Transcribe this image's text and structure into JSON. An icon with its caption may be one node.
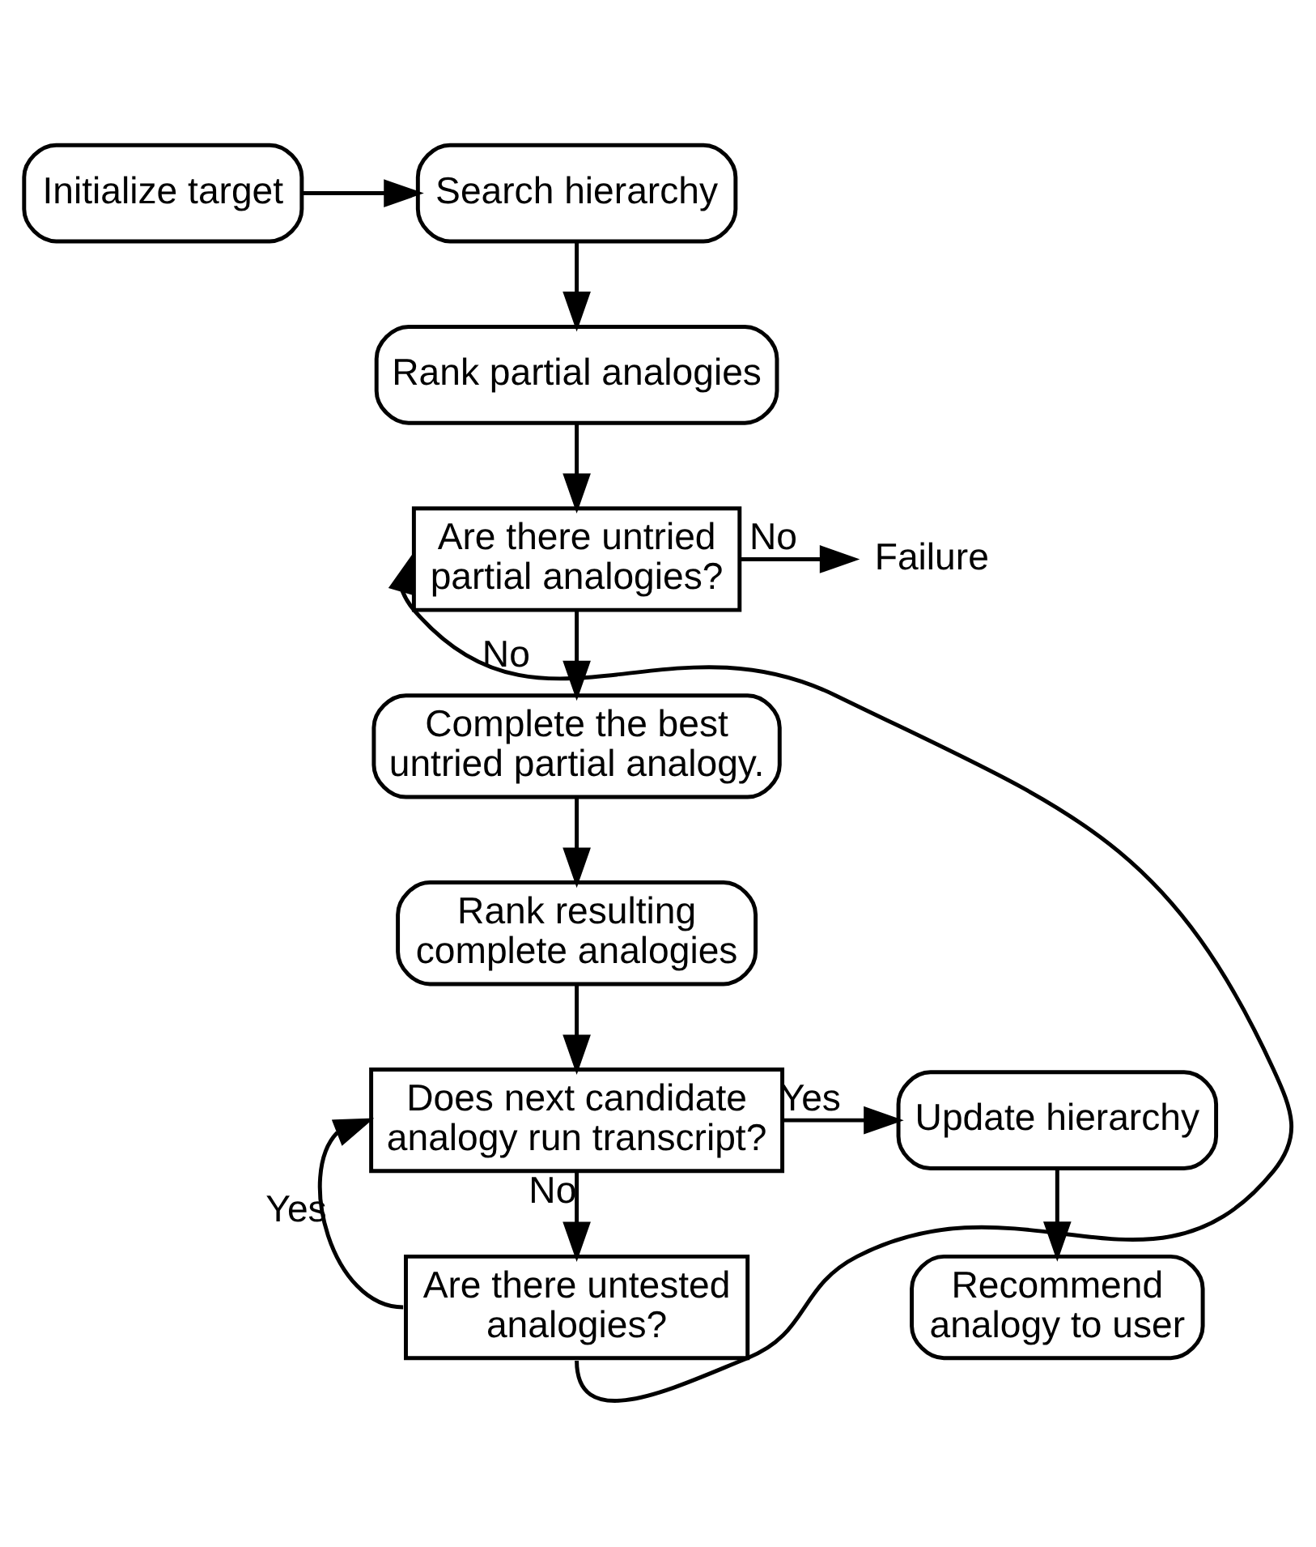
{
  "diagram": {
    "nodes": [
      {
        "text": [
          "Initialize target"
        ]
      },
      {
        "text": [
          "Search hierarchy"
        ]
      },
      {
        "text": [
          "Rank partial analogies"
        ]
      },
      {
        "text": [
          "Are there untried partial analogies?"
        ]
      },
      {
        "text": [
          "Failure"
        ]
      },
      {
        "text": [
          "Complete the best untried partial analogy."
        ]
      },
      {
        "text": [
          "Rank resulting complete analogies"
        ]
      },
      {
        "text": [
          "Does next candidate analogy run transcript?"
        ]
      },
      {
        "text": [
          "Update hierarchy"
        ]
      },
      {
        "text": [
          "Recommend analogy to user"
        ]
      },
      {
        "text": [
          "Are there untested analogies?"
        ]
      }
    ],
    "edges": [
      {
        "from": 0,
        "to": 1,
        "arrow": "to"
      },
      {
        "from": 1,
        "to": 2,
        "arrow": "to"
      },
      {
        "from": 2,
        "to": 3,
        "arrow": "to"
      },
      {
        "from": 3,
        "to": 4,
        "arrow": "to",
        "label": "No"
      },
      {
        "from": 3,
        "to": 5,
        "arrow": "to"
      },
      {
        "from": 5,
        "to": 6,
        "arrow": "to"
      },
      {
        "from": 6,
        "to": 7,
        "arrow": "to"
      },
      {
        "from": 7,
        "to": 8,
        "arrow": "to",
        "label": "Yes"
      },
      {
        "from": 8,
        "to": 9,
        "arrow": "to"
      },
      {
        "from": 7,
        "to": 10,
        "arrow": "to",
        "label": "No"
      },
      {
        "from": 10,
        "to": 7,
        "arrow": "to",
        "label": "Yes"
      },
      {
        "from": 10,
        "to": 3,
        "arrow": "to",
        "label": "No"
      }
    ]
  }
}
